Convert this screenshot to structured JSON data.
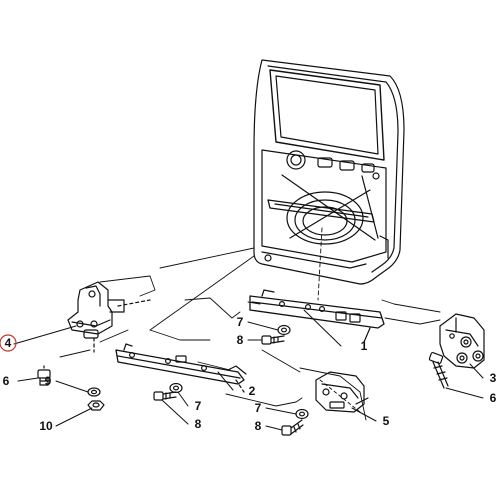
{
  "callouts": {
    "c1": "1",
    "c2": "2",
    "c3": "3",
    "c4": "4",
    "c5": "5",
    "c6_left": "6",
    "c6_right": "6",
    "c7_a": "7",
    "c7_b": "7",
    "c7_c": "7",
    "c8_a": "8",
    "c8_b": "8",
    "c8_c": "8",
    "c9": "9",
    "c10": "10"
  },
  "colors": {
    "ink": "#111111",
    "highlight": "#c0392b",
    "paper": "#ffffff"
  }
}
